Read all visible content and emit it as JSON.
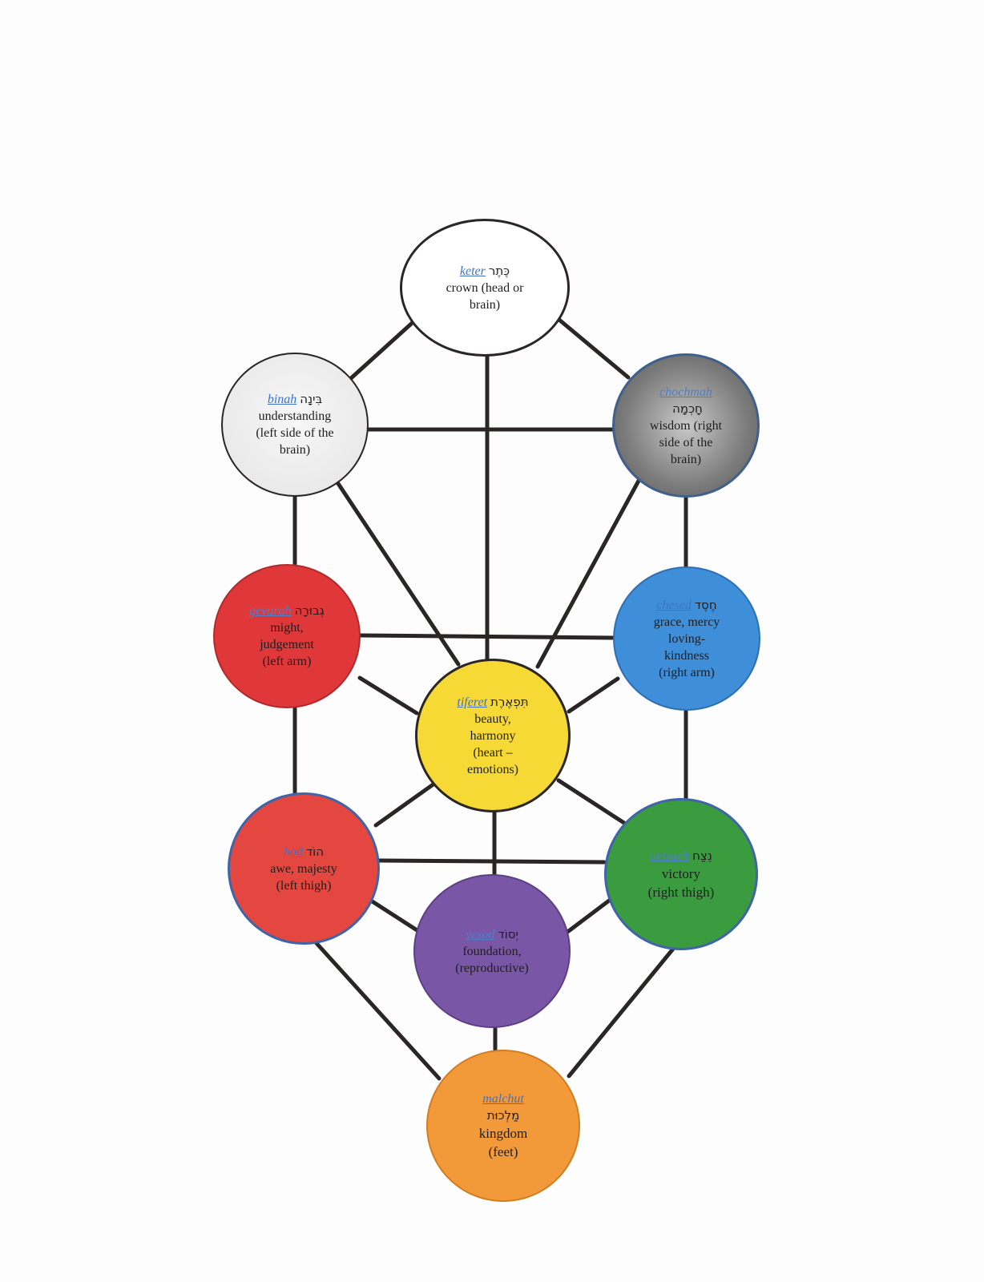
{
  "sefirot": {
    "keter": {
      "name": "keter",
      "hebrew": "כֶּתֶר",
      "desc": "crown (head or\nbrain)"
    },
    "binah": {
      "name": "binah",
      "hebrew": "בִּינָה",
      "desc": "understanding\n(left side of the\nbrain)"
    },
    "chochmah": {
      "name": "chochmah",
      "hebrew": "חָכְמָה",
      "desc": "wisdom (right\nside of the\nbrain)"
    },
    "gevurah": {
      "name": "gevurah",
      "hebrew": "גְבוּרָה",
      "desc": "might,\njudgement\n(left arm)"
    },
    "chesed": {
      "name": "chesed",
      "hebrew": "חֶסֶד",
      "desc": "grace, mercy\nloving-\nkindness\n(right arm)"
    },
    "tiferet": {
      "name": "tiferet",
      "hebrew": "תִּפְאֶרֶת",
      "desc": "beauty,\nharmony\n(heart –\nemotions)"
    },
    "hod": {
      "name": "hod",
      "hebrew": "הוֹד",
      "desc": "awe, majesty\n(left thigh)"
    },
    "netzach": {
      "name": "netzach",
      "hebrew": "נֵצַח",
      "desc": "victory\n(right thigh)"
    },
    "yesod": {
      "name": "yesod",
      "hebrew": "יְסוֹד",
      "desc": "foundation,\n(reproductive)"
    },
    "malchut": {
      "name": "malchut",
      "hebrew": "מַלְכוּת",
      "desc": "kingdom\n(feet)"
    }
  },
  "colors": {
    "line": "#2a2626",
    "keter": "#ffffff",
    "binah": "#ececec",
    "chochmah": "#7d7d7d",
    "gevurah": "#e0383a",
    "chesed": "#3f8ed9",
    "tiferet": "#f7d936",
    "hod": "#e3473f",
    "netzach": "#3a9b3f",
    "yesod": "#7a56a6",
    "malchut": "#f29a3a"
  }
}
